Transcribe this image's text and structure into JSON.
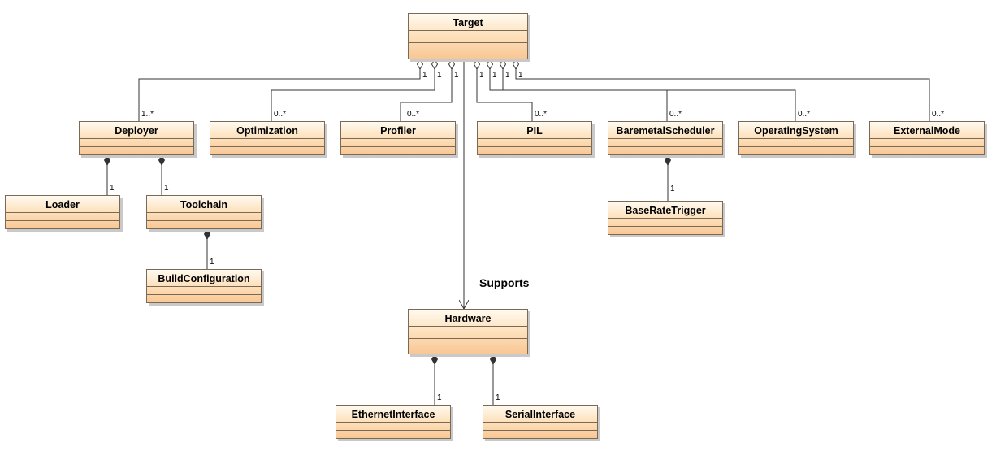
{
  "classes": {
    "target": "Target",
    "deployer": "Deployer",
    "optimization": "Optimization",
    "profiler": "Profiler",
    "pil": "PIL",
    "baremetal_scheduler": "BaremetalScheduler",
    "operating_system": "OperatingSystem",
    "external_mode": "ExternalMode",
    "loader": "Loader",
    "toolchain": "Toolchain",
    "build_configuration": "BuildConfiguration",
    "base_rate_trigger": "BaseRateTrigger",
    "hardware": "Hardware",
    "ethernet_interface": "EthernetInterface",
    "serial_interface": "SerialInterface"
  },
  "associations": {
    "target_deployer": {
      "source_mult": "1",
      "target_mult": "1..*"
    },
    "target_optimization": {
      "source_mult": "1",
      "target_mult": "0..*"
    },
    "target_profiler": {
      "source_mult": "1",
      "target_mult": "0..*"
    },
    "target_pil": {
      "source_mult": "1",
      "target_mult": "0..*"
    },
    "target_baremetal_scheduler": {
      "source_mult": "1",
      "target_mult": "0..*"
    },
    "target_operating_system": {
      "source_mult": "1",
      "target_mult": "0..*"
    },
    "target_external_mode": {
      "source_mult": "1",
      "target_mult": "0..*"
    },
    "target_hardware": {
      "label": "Supports"
    },
    "deployer_loader": {
      "target_mult": "1"
    },
    "deployer_toolchain": {
      "target_mult": "1"
    },
    "toolchain_build_configuration": {
      "target_mult": "1"
    },
    "baremetal_scheduler_base_rate_trigger": {
      "target_mult": "1"
    },
    "hardware_ethernet_interface": {
      "target_mult": "1"
    },
    "hardware_serial_interface": {
      "target_mult": "1"
    }
  }
}
